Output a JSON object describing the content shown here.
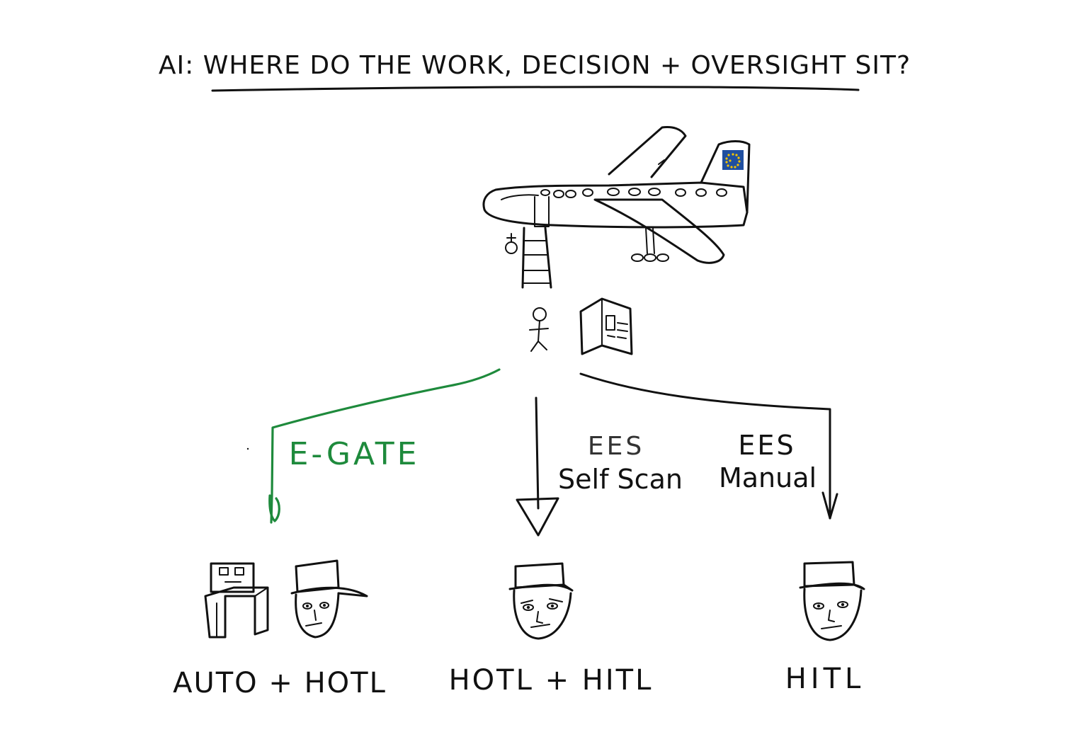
{
  "title": "AI: WHERE DO THE WORK, DECISION + OVERSIGHT SIT?",
  "colors": {
    "ink": "#111111",
    "egate": "#1e8a3c",
    "eu_blue": "#1f4fa0",
    "eu_star": "#f5c400"
  },
  "branches": {
    "left": {
      "label": "E-GATE"
    },
    "middle": {
      "label_line1": "EES",
      "label_line2": "Self Scan"
    },
    "right": {
      "label_line1": "EES",
      "label_line2": "Manual"
    }
  },
  "outcomes": {
    "left": "AUTO + HOTL",
    "middle": "HOTL + HITL",
    "right": "HITL"
  },
  "icons": {
    "airplane": "airplane-icon",
    "traveller": "stick-figure-icon",
    "passport": "passport-icon",
    "egate_machine": "egate-machine-icon",
    "officer": "border-officer-icon"
  }
}
